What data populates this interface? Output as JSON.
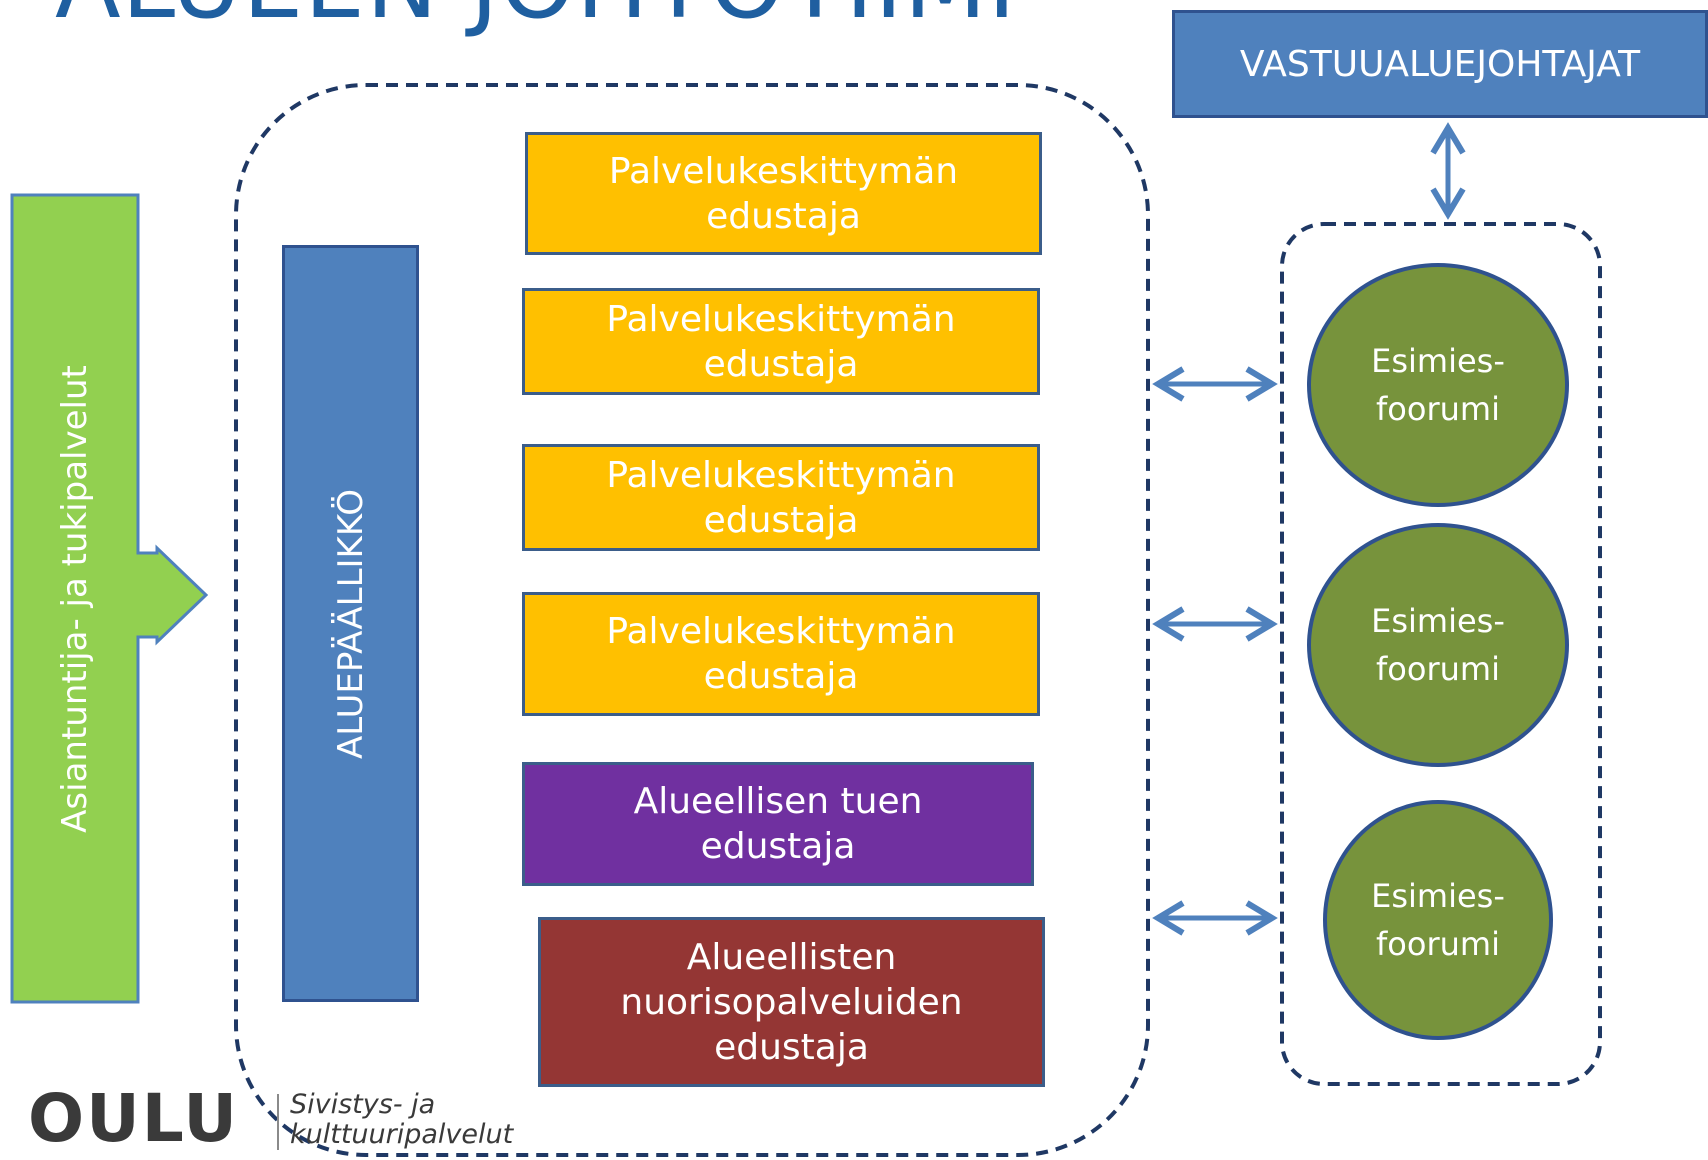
{
  "title": "ALUEEN JOHTOTIIMI",
  "vastuualue_box": "VASTUUALUEJOHTAJAT",
  "support_services": "Asiantuntija- ja tukipalvelut",
  "area_manager": "ALUEPÄÄLLIKKÖ",
  "service_reps": [
    {
      "line1": "Palvelukeskittymän",
      "line2": "edustaja"
    },
    {
      "line1": "Palvelukeskittymän",
      "line2": "edustaja"
    },
    {
      "line1": "Palvelukeskittymän",
      "line2": "edustaja"
    },
    {
      "line1": "Palvelukeskittymän",
      "line2": "edustaja"
    }
  ],
  "regional_support": {
    "line1": "Alueellisen tuen",
    "line2": "edustaja"
  },
  "youth_services": {
    "line1": "Alueellisten",
    "line2": "nuorisopalveluiden",
    "line3": "edustaja"
  },
  "forums": [
    {
      "line1": "Esimies-",
      "line2": "foorumi"
    },
    {
      "line1": "Esimies-",
      "line2": "foorumi"
    },
    {
      "line1": "Esimies-",
      "line2": "foorumi"
    }
  ],
  "logo": {
    "word": "OULU",
    "sub_line1": "Sivistys- ja",
    "sub_line2": "kulttuuripalvelut"
  },
  "colors": {
    "title": "#1f5fa0",
    "blue_box": "#4f81bd",
    "green_box": "#92d050",
    "orange_box": "#ffc000",
    "purple_box": "#7030a0",
    "maroon_box": "#943634",
    "forum_circle": "#77933c",
    "dashed_border": "#1f3864",
    "arrow": "#4f81bd"
  }
}
